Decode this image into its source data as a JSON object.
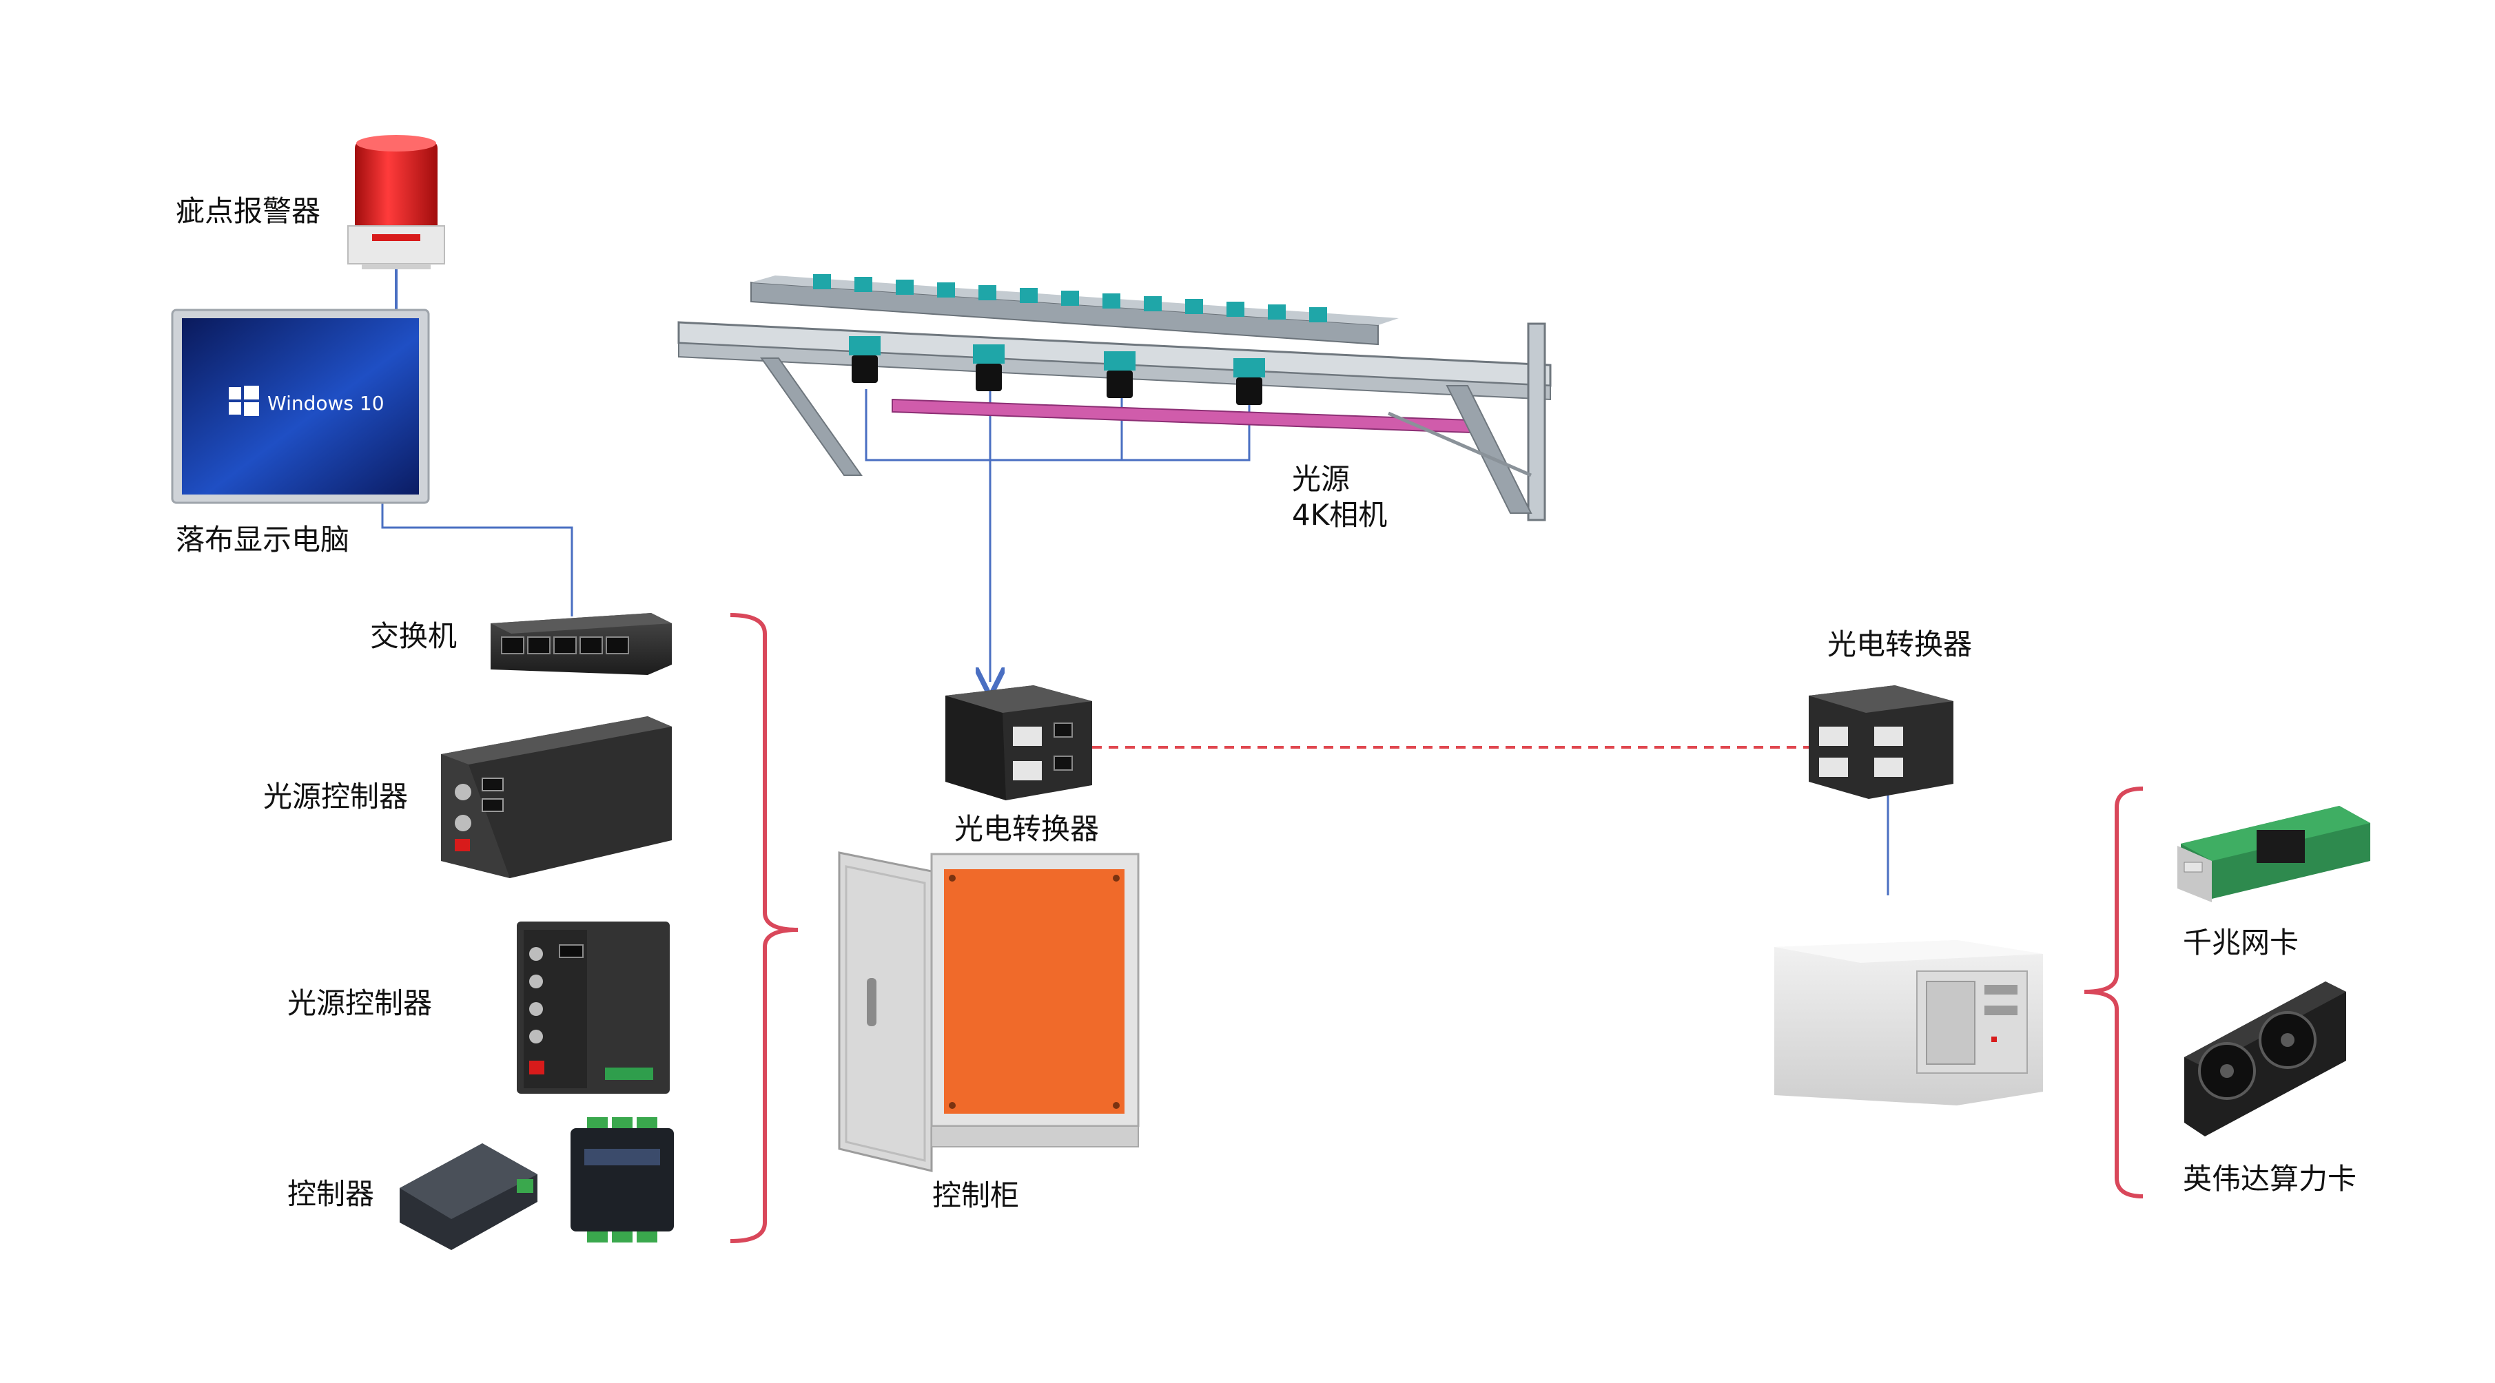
{
  "labels": {
    "alarm": "疵点报警器",
    "display_pc": "落布显示电脑",
    "switch": "交换机",
    "light_ctrl_1": "光源控制器",
    "light_ctrl_2": "光源控制器",
    "controller": "控制器",
    "light_source": "光源",
    "camera_4k": "4K相机",
    "converter_left": "光电转换器",
    "converter_right": "光电转换器",
    "cabinet": "控制柜",
    "nic": "千兆网卡",
    "gpu": "英伟达算力卡"
  },
  "screen": {
    "os_text": "Windows 10"
  },
  "colors": {
    "wire": "#4a6fc2",
    "fiber": "#e0474f",
    "bracket": "#d9475a",
    "cabinet_inner": "#f06a2a",
    "light_bar": "#d05cab",
    "camera_teal": "#1fa6a8",
    "alarm_red": "#d81b1b"
  }
}
